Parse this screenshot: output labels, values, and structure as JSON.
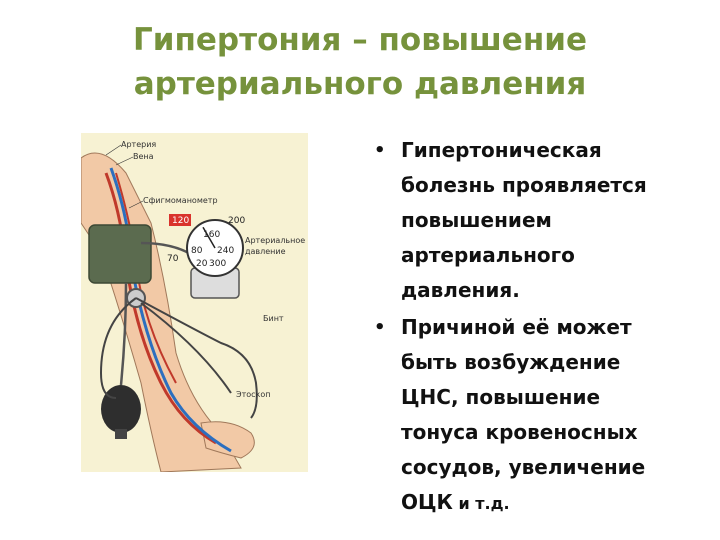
{
  "title_line1": "Гипертония – повышение",
  "title_line2": "артериального давления",
  "illustration": {
    "labels": {
      "artery": "Артерия",
      "vein": "Вена",
      "sphygmomanometer": "Сфигмоманометр",
      "arterial_pressure_1": "Артериальное",
      "arterial_pressure_2": "давление",
      "bandage": "Бинт",
      "stethoscope": "Этоскоп"
    },
    "gauge": {
      "reading": "120",
      "outer_scale": [
        "200",
        "70"
      ],
      "inner_scale": [
        "160",
        "80",
        "240",
        "20",
        "300"
      ],
      "needle_fraction": 0.4
    }
  },
  "bullets": [
    {
      "lines": [
        "Гипертоническая",
        "болезнь проявляется",
        "повышением",
        "артериального",
        "давления."
      ]
    },
    {
      "lines": [
        "Причиной её может",
        "быть возбуждение",
        "ЦНС, повышение",
        "тонуса кровеносных",
        "сосудов, увеличение"
      ],
      "last_main": "ОЦК",
      "last_small": " и т.д."
    }
  ],
  "colors": {
    "title": "#76923c",
    "illustration_bg": "#f7f2d3",
    "artery": "#c0392b",
    "vein": "#2c6fbf",
    "cuff": "#5b6b4f"
  }
}
